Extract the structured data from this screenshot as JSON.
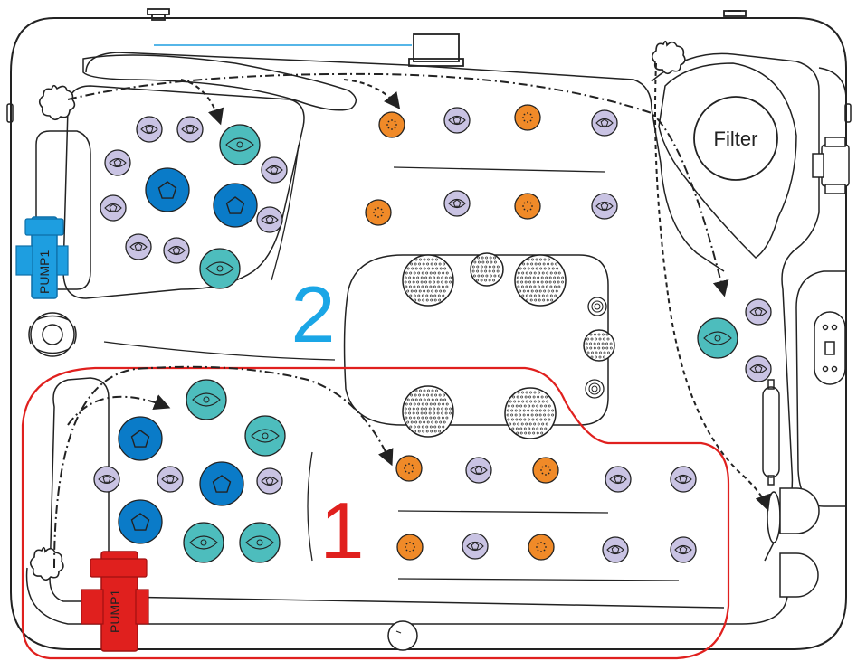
{
  "labels": {
    "filter": "Filter",
    "pump_top": "PUMP1",
    "pump_bottom": "PUMP1",
    "zone_top": "2",
    "zone_bottom": "1"
  },
  "colors": {
    "outline": "#222222",
    "jet_small": "#c9c3e3",
    "jet_teal": "#4dbdbd",
    "jet_blue": "#0a7bc8",
    "jet_orange": "#f08a28",
    "pump_top": "#1e9ee0",
    "pump_bottom": "#e0201e",
    "zone_top": "#1aa6e6",
    "zone_bottom": "#e0201e",
    "zone_outline": "#e0201e"
  },
  "icons": {
    "star_drain": "star-shaped-drain-icon",
    "steering_wheel": "steering-wheel-control-icon",
    "filter": "filter-canister-icon"
  }
}
